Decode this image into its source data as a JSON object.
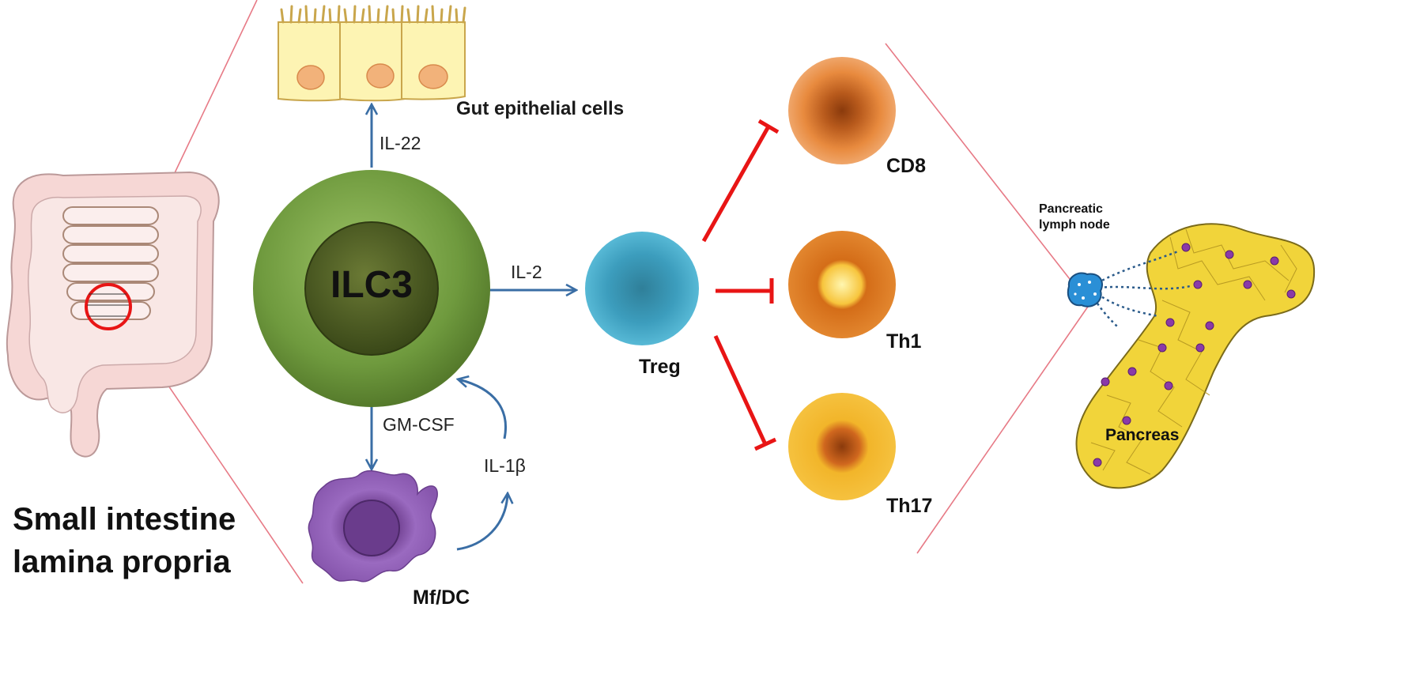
{
  "left_title": {
    "line1": "Small intestine",
    "line2": "lamina propria"
  },
  "center_cell": "ILC3",
  "epithelium_label": "Gut epithelial cells",
  "cytokines": {
    "il22": "IL-22",
    "il2": "IL-2",
    "gmcsf": "GM-CSF",
    "il1b": "IL-1β"
  },
  "cells": {
    "treg": "Treg",
    "mfdc": "Mf/DC",
    "cd8": "CD8",
    "th1": "Th1",
    "th17": "Th17"
  },
  "pancreas": {
    "lymph_line1": "Pancreatic",
    "lymph_line2": "lymph node",
    "organ": "Pancreas"
  },
  "colors": {
    "activation_arrow": "#3a6ea5",
    "inhibition": "#e81515",
    "zoom_lines": "#e77a86",
    "ilc3_outer": "#6f9a3e",
    "ilc3_inner": "#4a5a25",
    "treg": "#4fb3d1",
    "cd8": "#e58a3a",
    "th1": "#d8731f",
    "th17": "#f2b01f",
    "macrophage": "#8a5ab0",
    "epithelium": "#fdf2a6",
    "pancreas": "#f1d43a",
    "lymph_node": "#2a8fd6"
  }
}
